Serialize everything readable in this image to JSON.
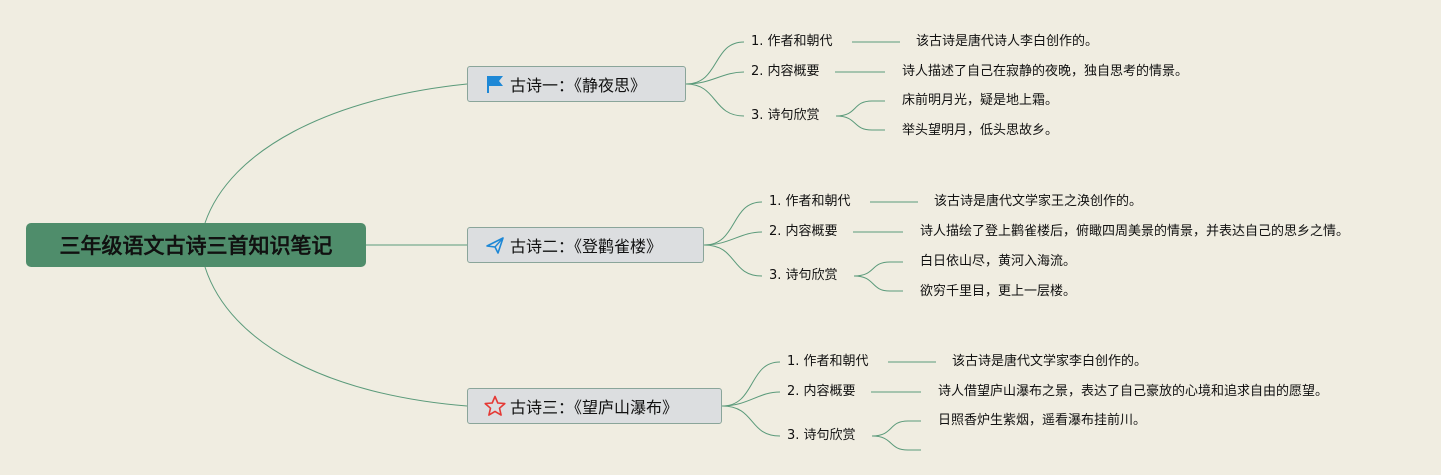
{
  "root": {
    "title": "三年级语文古诗三首知识笔记"
  },
  "poems": [
    {
      "title": "古诗一：《静夜思》",
      "icon": "blue-flag-icon",
      "author_label": "1. 作者和朝代",
      "author_text": "该古诗是唐代诗人李白创作的。",
      "summary_label": "2. 内容概要",
      "summary_text": "诗人描述了自己在寂静的夜晚，独自思考的情景。",
      "appreciation_label": "3. 诗句欣赏",
      "lines": [
        "床前明月光，疑是地上霜。",
        "举头望明月，低头思故乡。"
      ]
    },
    {
      "title": "古诗二：《登鹳雀楼》",
      "icon": "paper-plane-icon",
      "author_label": "1. 作者和朝代",
      "author_text": "该古诗是唐代文学家王之涣创作的。",
      "summary_label": "2. 内容概要",
      "summary_text": "诗人描绘了登上鹳雀楼后，俯瞰四周美景的情景，并表达自己的思乡之情。",
      "appreciation_label": "3. 诗句欣赏",
      "lines": [
        "白日依山尽，黄河入海流。",
        "欲穷千里目，更上一层楼。"
      ]
    },
    {
      "title": "古诗三：《望庐山瀑布》",
      "icon": "red-star-icon",
      "author_label": "1. 作者和朝代",
      "author_text": "该古诗是唐代文学家李白创作的。",
      "summary_label": "2. 内容概要",
      "summary_text": "诗人借望庐山瀑布之景，表达了自己豪放的心境和追求自由的愿望。",
      "appreciation_label": "3. 诗句欣赏",
      "lines": [
        "日照香炉生紫烟，遥看瀑布挂前川。",
        ""
      ]
    }
  ],
  "colors": {
    "background": "#f0ede1",
    "root_fill": "#4f8d6b",
    "branch_fill": "#dcdee0",
    "connector": "#5a9a7a",
    "flag": "#1e88d6",
    "star": "#e53935"
  }
}
